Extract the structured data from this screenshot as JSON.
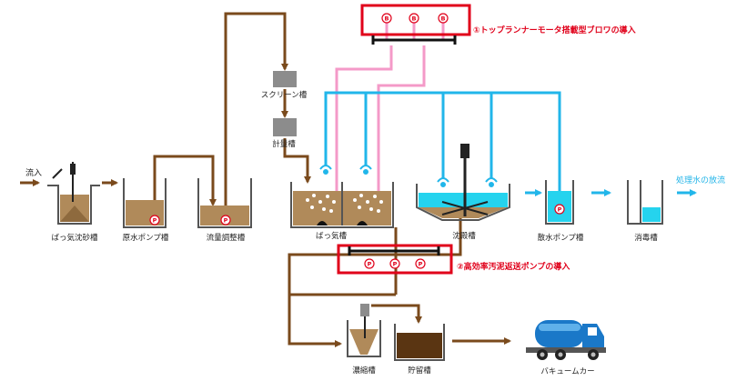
{
  "labels": {
    "inflow": "流入",
    "grit_tank": "ばっ気沈砂槽",
    "raw_pump_tank": "原水ポンプ槽",
    "equalization_tank": "流量調整槽",
    "screen_tank": "スクリーン槽",
    "metering_tank": "計量槽",
    "aeration_tank": "ばっ気槽",
    "settling_tank": "沈殿槽",
    "discharge_pump_tank": "散水ポンプ槽",
    "disinfection_tank": "消毒槽",
    "treated_discharge": "処理水の放流",
    "thickening_tank": "濃縮槽",
    "storage_tank": "貯留槽",
    "vacuum_car": "バキュームカー",
    "note_blower": "①トップランナーモータ搭載型ブロワの導入",
    "note_pump": "②高効率汚泥返送ポンプの導入"
  },
  "symbols": {
    "blower": "B",
    "pump": "P"
  },
  "colors": {
    "sewage_line": "#7a4a1c",
    "air_line": "#f49ac8",
    "water_line": "#21b6ea",
    "highlight_box": "#e0001a",
    "sludge_fill": "#b08a5a",
    "water_fill": "#25d3ee"
  }
}
